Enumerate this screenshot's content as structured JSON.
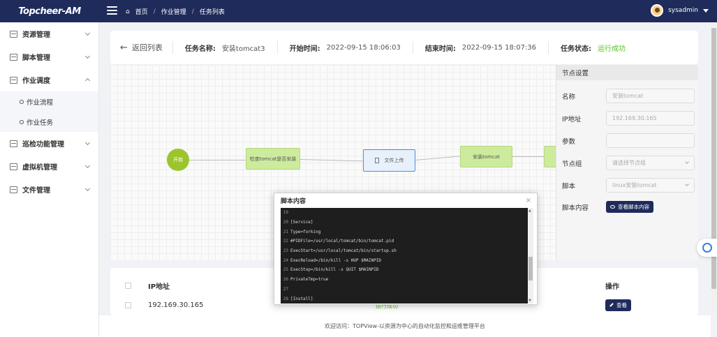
{
  "brand": {
    "logo_text": "Topcheer-AM"
  },
  "breadcrumb": [
    "首页",
    "作业管理",
    "任务列表"
  ],
  "user": {
    "name": "sysadmin"
  },
  "sidebar": {
    "items": [
      {
        "label": "资源管理"
      },
      {
        "label": "脚本管理"
      },
      {
        "label": "作业调度",
        "sub": [
          "作业流程",
          "作业任务"
        ]
      },
      {
        "label": "巡检功能管理"
      },
      {
        "label": "虚拟机管理"
      },
      {
        "label": "文件管理"
      }
    ]
  },
  "header": {
    "back_label": "返回列表",
    "task_name_label": "任务名称:",
    "task_name": "安装tomcat3",
    "start_label": "开始时间:",
    "start": "2022-09-15 18:06:03",
    "end_label": "结束时间:",
    "end": "2022-09-15 18:07:36",
    "status_label": "任务状态:",
    "status": "运行成功",
    "status_color": "#52c41a"
  },
  "flow": {
    "nodes": [
      "开始",
      "检查tomcat是否安装",
      "文件上传",
      "安装tomcat"
    ]
  },
  "node_settings": {
    "title": "节点设置",
    "name_label": "名称",
    "name_value": "安装tomcat",
    "ip_label": "IP地址",
    "ip_value": "192.169.30.165",
    "param_label": "参数",
    "param_value": "",
    "group_label": "节点组",
    "group_placeholder": "请选择节点组",
    "script_label": "脚本",
    "script_value": "linux安装tomcat",
    "content_label": "脚本内容",
    "view_button": "查看脚本内容"
  },
  "table": {
    "headers": {
      "ip": "IP地址",
      "op": "操作"
    },
    "rows": [
      {
        "ip": "192.169.30.165",
        "status": "运行成功",
        "op": "查看"
      }
    ]
  },
  "footer": {
    "text": "欢迎访问：TOPView-以资源为中心的自动化监控和运维管理平台"
  },
  "modal": {
    "title": "脚本内容",
    "close": "×",
    "lines": [
      {
        "n": "19",
        "t": ""
      },
      {
        "n": "20",
        "t": "[Service]"
      },
      {
        "n": "21",
        "t": "Type=forking"
      },
      {
        "n": "22",
        "t": "#PIDFile=/usr/local/tomcat/bin/tomcat.pid"
      },
      {
        "n": "23",
        "t": "ExecStart=/usr/local/tomcat/bin/startup.sh"
      },
      {
        "n": "24",
        "t": "ExecReload=/bin/kill -s HUP $MAINPID"
      },
      {
        "n": "25",
        "t": "ExecStop=/bin/kill -s QUIT $MAINPID"
      },
      {
        "n": "26",
        "t": "PrivateTmp=true"
      },
      {
        "n": "27",
        "t": ""
      },
      {
        "n": "28",
        "t": "[Install]"
      }
    ]
  }
}
